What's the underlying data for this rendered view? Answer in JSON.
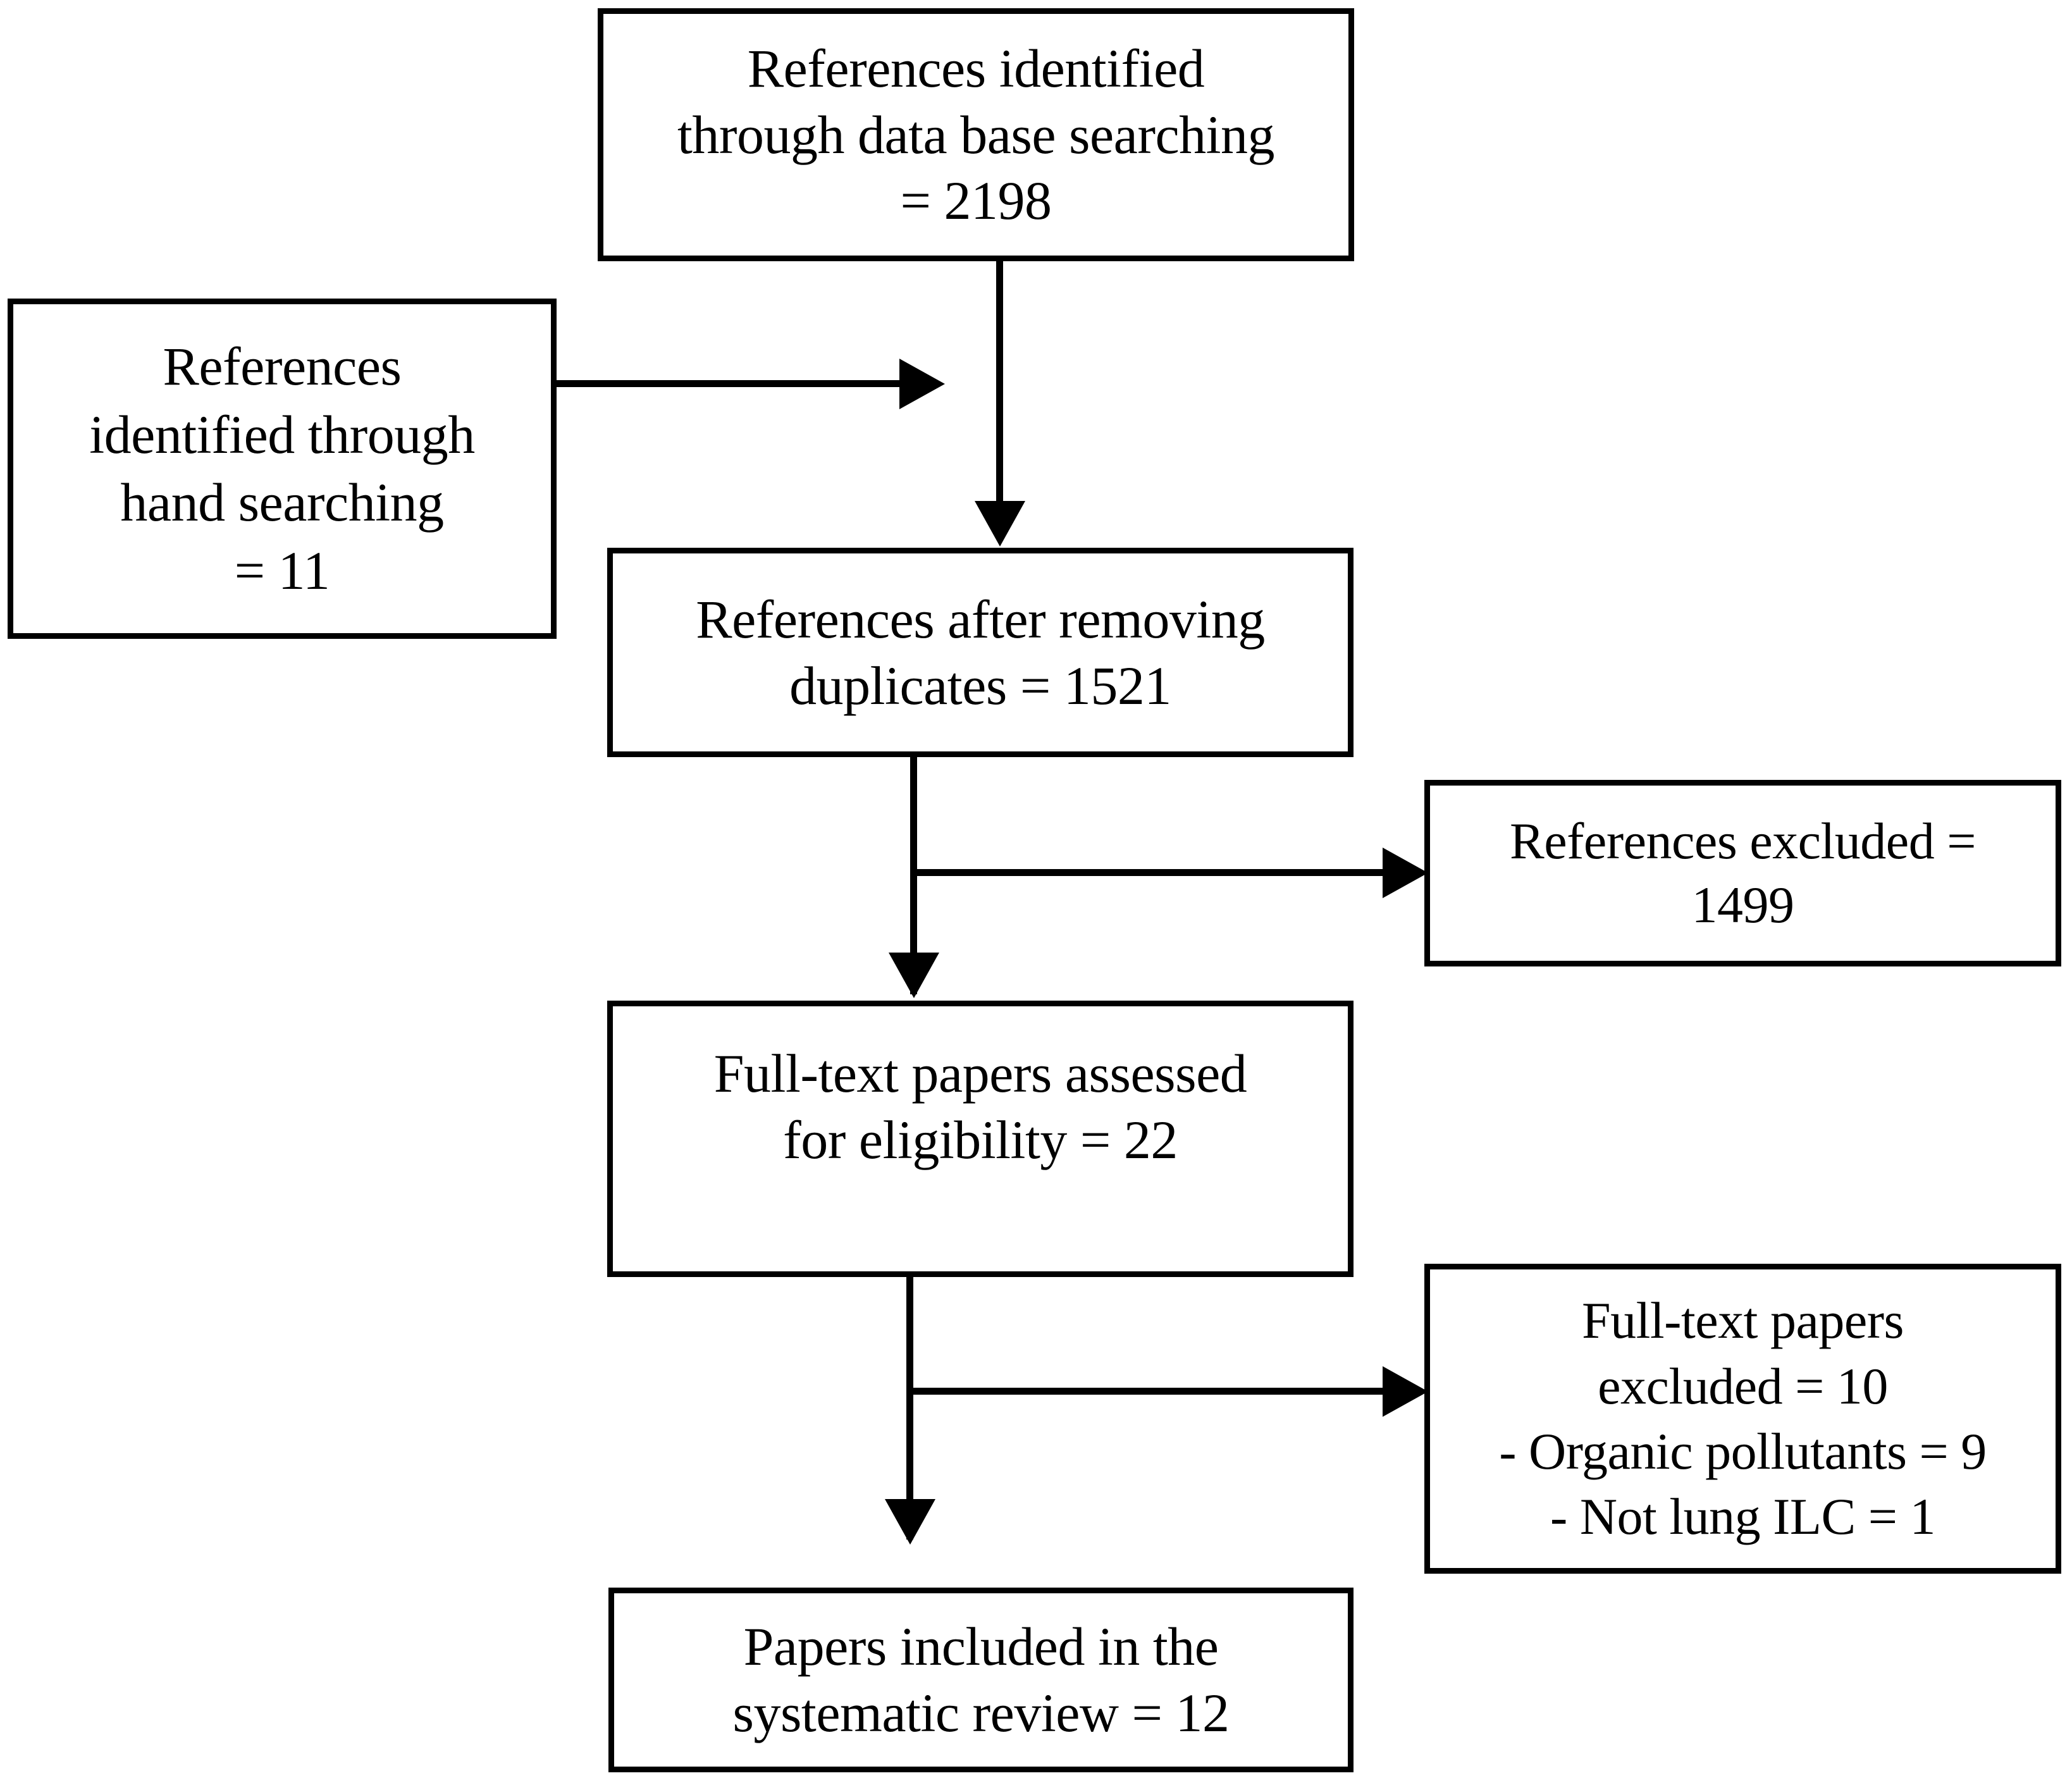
{
  "diagram": {
    "title": "PRISMA study selection flow diagram",
    "type": "flowchart",
    "line_color": "#000000",
    "background_color": "#ffffff",
    "nodes": {
      "db_search": {
        "text": "References identified\nthrough data base searching\n= 2198",
        "count": 2198
      },
      "hand_search": {
        "text": "References\nidentified through\nhand searching\n= 11",
        "count": 11
      },
      "dedup": {
        "text": "References after removing\nduplicates = 1521",
        "count": 1521
      },
      "refs_excluded": {
        "text": "References excluded =\n1499",
        "count": 1499
      },
      "fulltext_assessed": {
        "text": "Full-text papers assessed\nfor eligibility = 22",
        "count": 22
      },
      "fulltext_excluded": {
        "text": "Full-text papers\nexcluded = 10\n-  Organic pollutants = 9\n-  Not lung ILC = 1",
        "count": 10,
        "reasons": [
          {
            "label": "Organic pollutants",
            "count": 9
          },
          {
            "label": "Not lung ILC",
            "count": 1
          }
        ]
      },
      "included": {
        "text": "Papers included in the\nsystematic review = 12",
        "count": 12
      }
    },
    "edges": [
      {
        "from": "db_search",
        "to": "dedup",
        "direction": "down"
      },
      {
        "from": "hand_search",
        "to": "dedup",
        "direction": "right"
      },
      {
        "from": "dedup",
        "to": "fulltext_assessed",
        "direction": "down"
      },
      {
        "from": "dedup",
        "to": "refs_excluded",
        "direction": "right"
      },
      {
        "from": "fulltext_assessed",
        "to": "included",
        "direction": "down"
      },
      {
        "from": "fulltext_assessed",
        "to": "fulltext_excluded",
        "direction": "right"
      }
    ]
  }
}
